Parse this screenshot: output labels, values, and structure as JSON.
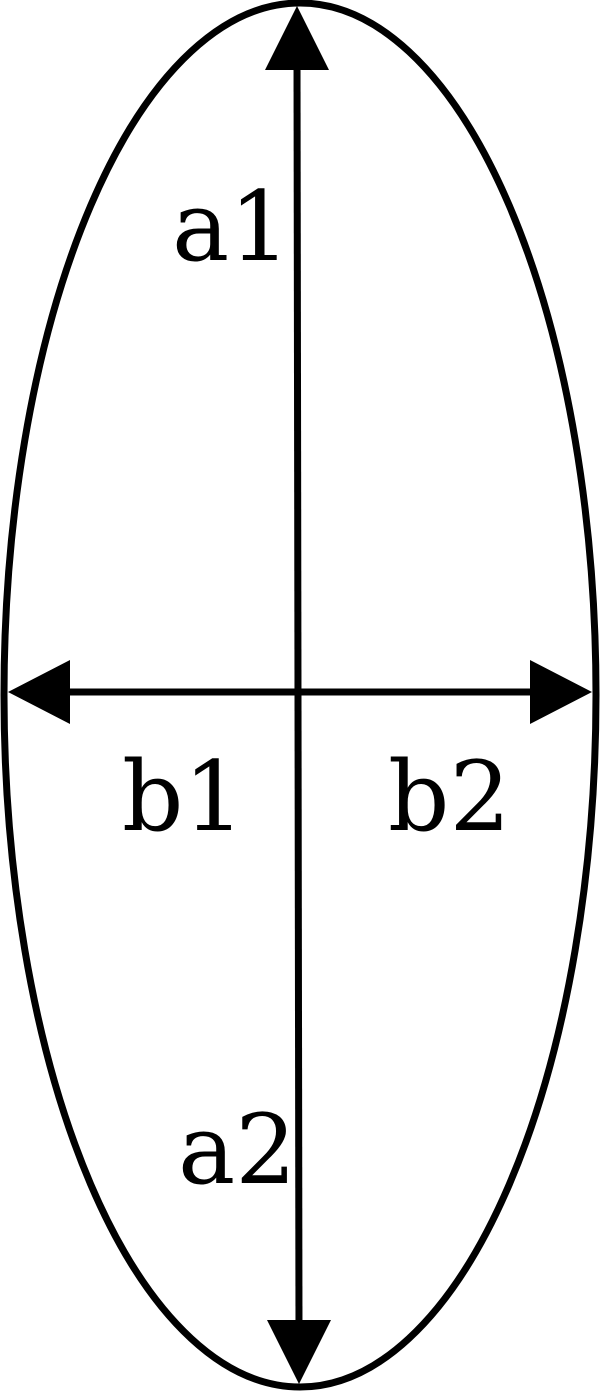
{
  "labels": {
    "a1": "a1",
    "a2": "a2",
    "b1": "b1",
    "b2": "b2"
  },
  "colors": {
    "stroke": "#000000",
    "background": "#ffffff"
  }
}
